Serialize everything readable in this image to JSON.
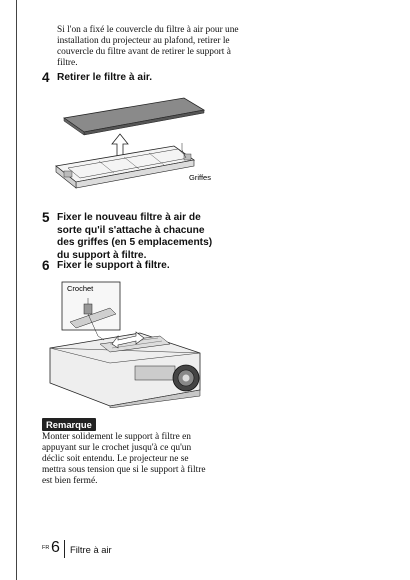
{
  "intro_note": "Si l'on a fixé le couvercle du filtre à air pour une installation du projecteur au plafond, retirer le couvercle du filtre avant de retirer le support à filtre.",
  "steps": [
    {
      "number": "4",
      "text": "Retirer le filtre à air."
    },
    {
      "number": "5",
      "text": "Fixer le nouveau filtre à air de sorte qu'il s'attache à chacune des griffes (en 5 emplacements) du support à filtre."
    },
    {
      "number": "6",
      "text": "Fixer le support à filtre."
    }
  ],
  "figure_filter": {
    "callout": "Griffes"
  },
  "figure_projector": {
    "callout": "Crochet"
  },
  "remarque": {
    "label": "Remarque",
    "text": "Monter solidement le support à filtre en appuyant sur le crochet jusqu'à ce qu'un déclic soit entendu. Le projecteur ne se mettra sous tension que si le support à filtre est bien fermé."
  },
  "footer": {
    "lang": "FR",
    "page": "6",
    "section": "Filtre à air"
  }
}
